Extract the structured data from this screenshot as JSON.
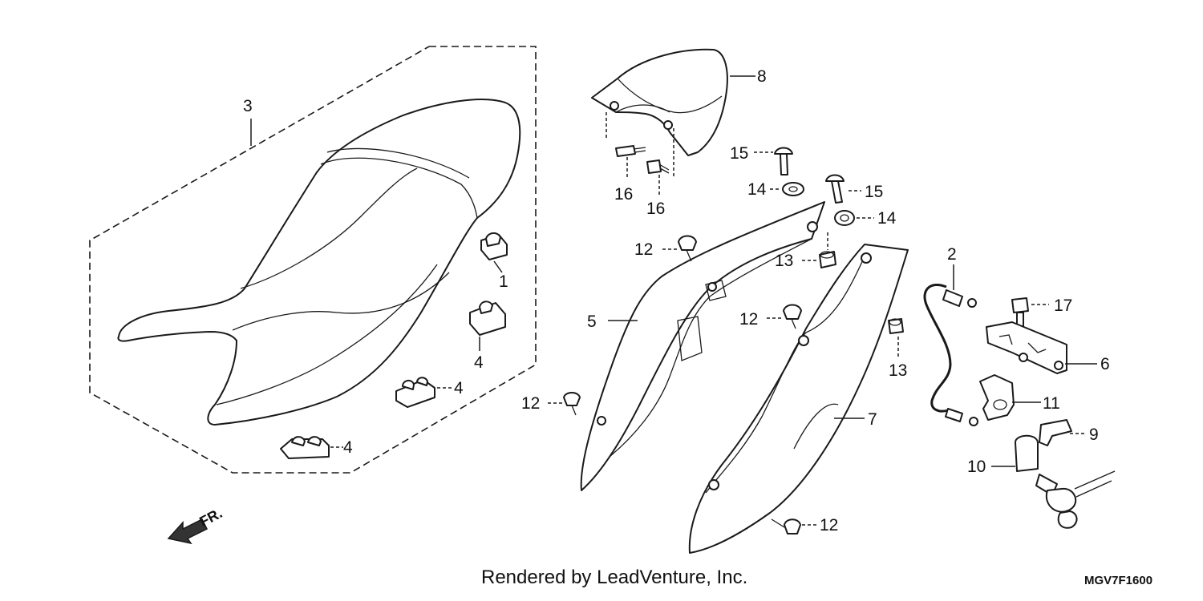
{
  "callouts": [
    "1",
    "2",
    "3",
    "4",
    "5",
    "6",
    "7",
    "8",
    "9",
    "10",
    "11",
    "12",
    "13",
    "14",
    "15",
    "16",
    "17"
  ],
  "front_marker": "FR.",
  "footer": {
    "credit": "Rendered by LeadVenture, Inc.",
    "diagram_code": "MGV7F1600"
  },
  "colors": {
    "line": "#1a1a1a",
    "background": "#ffffff"
  }
}
